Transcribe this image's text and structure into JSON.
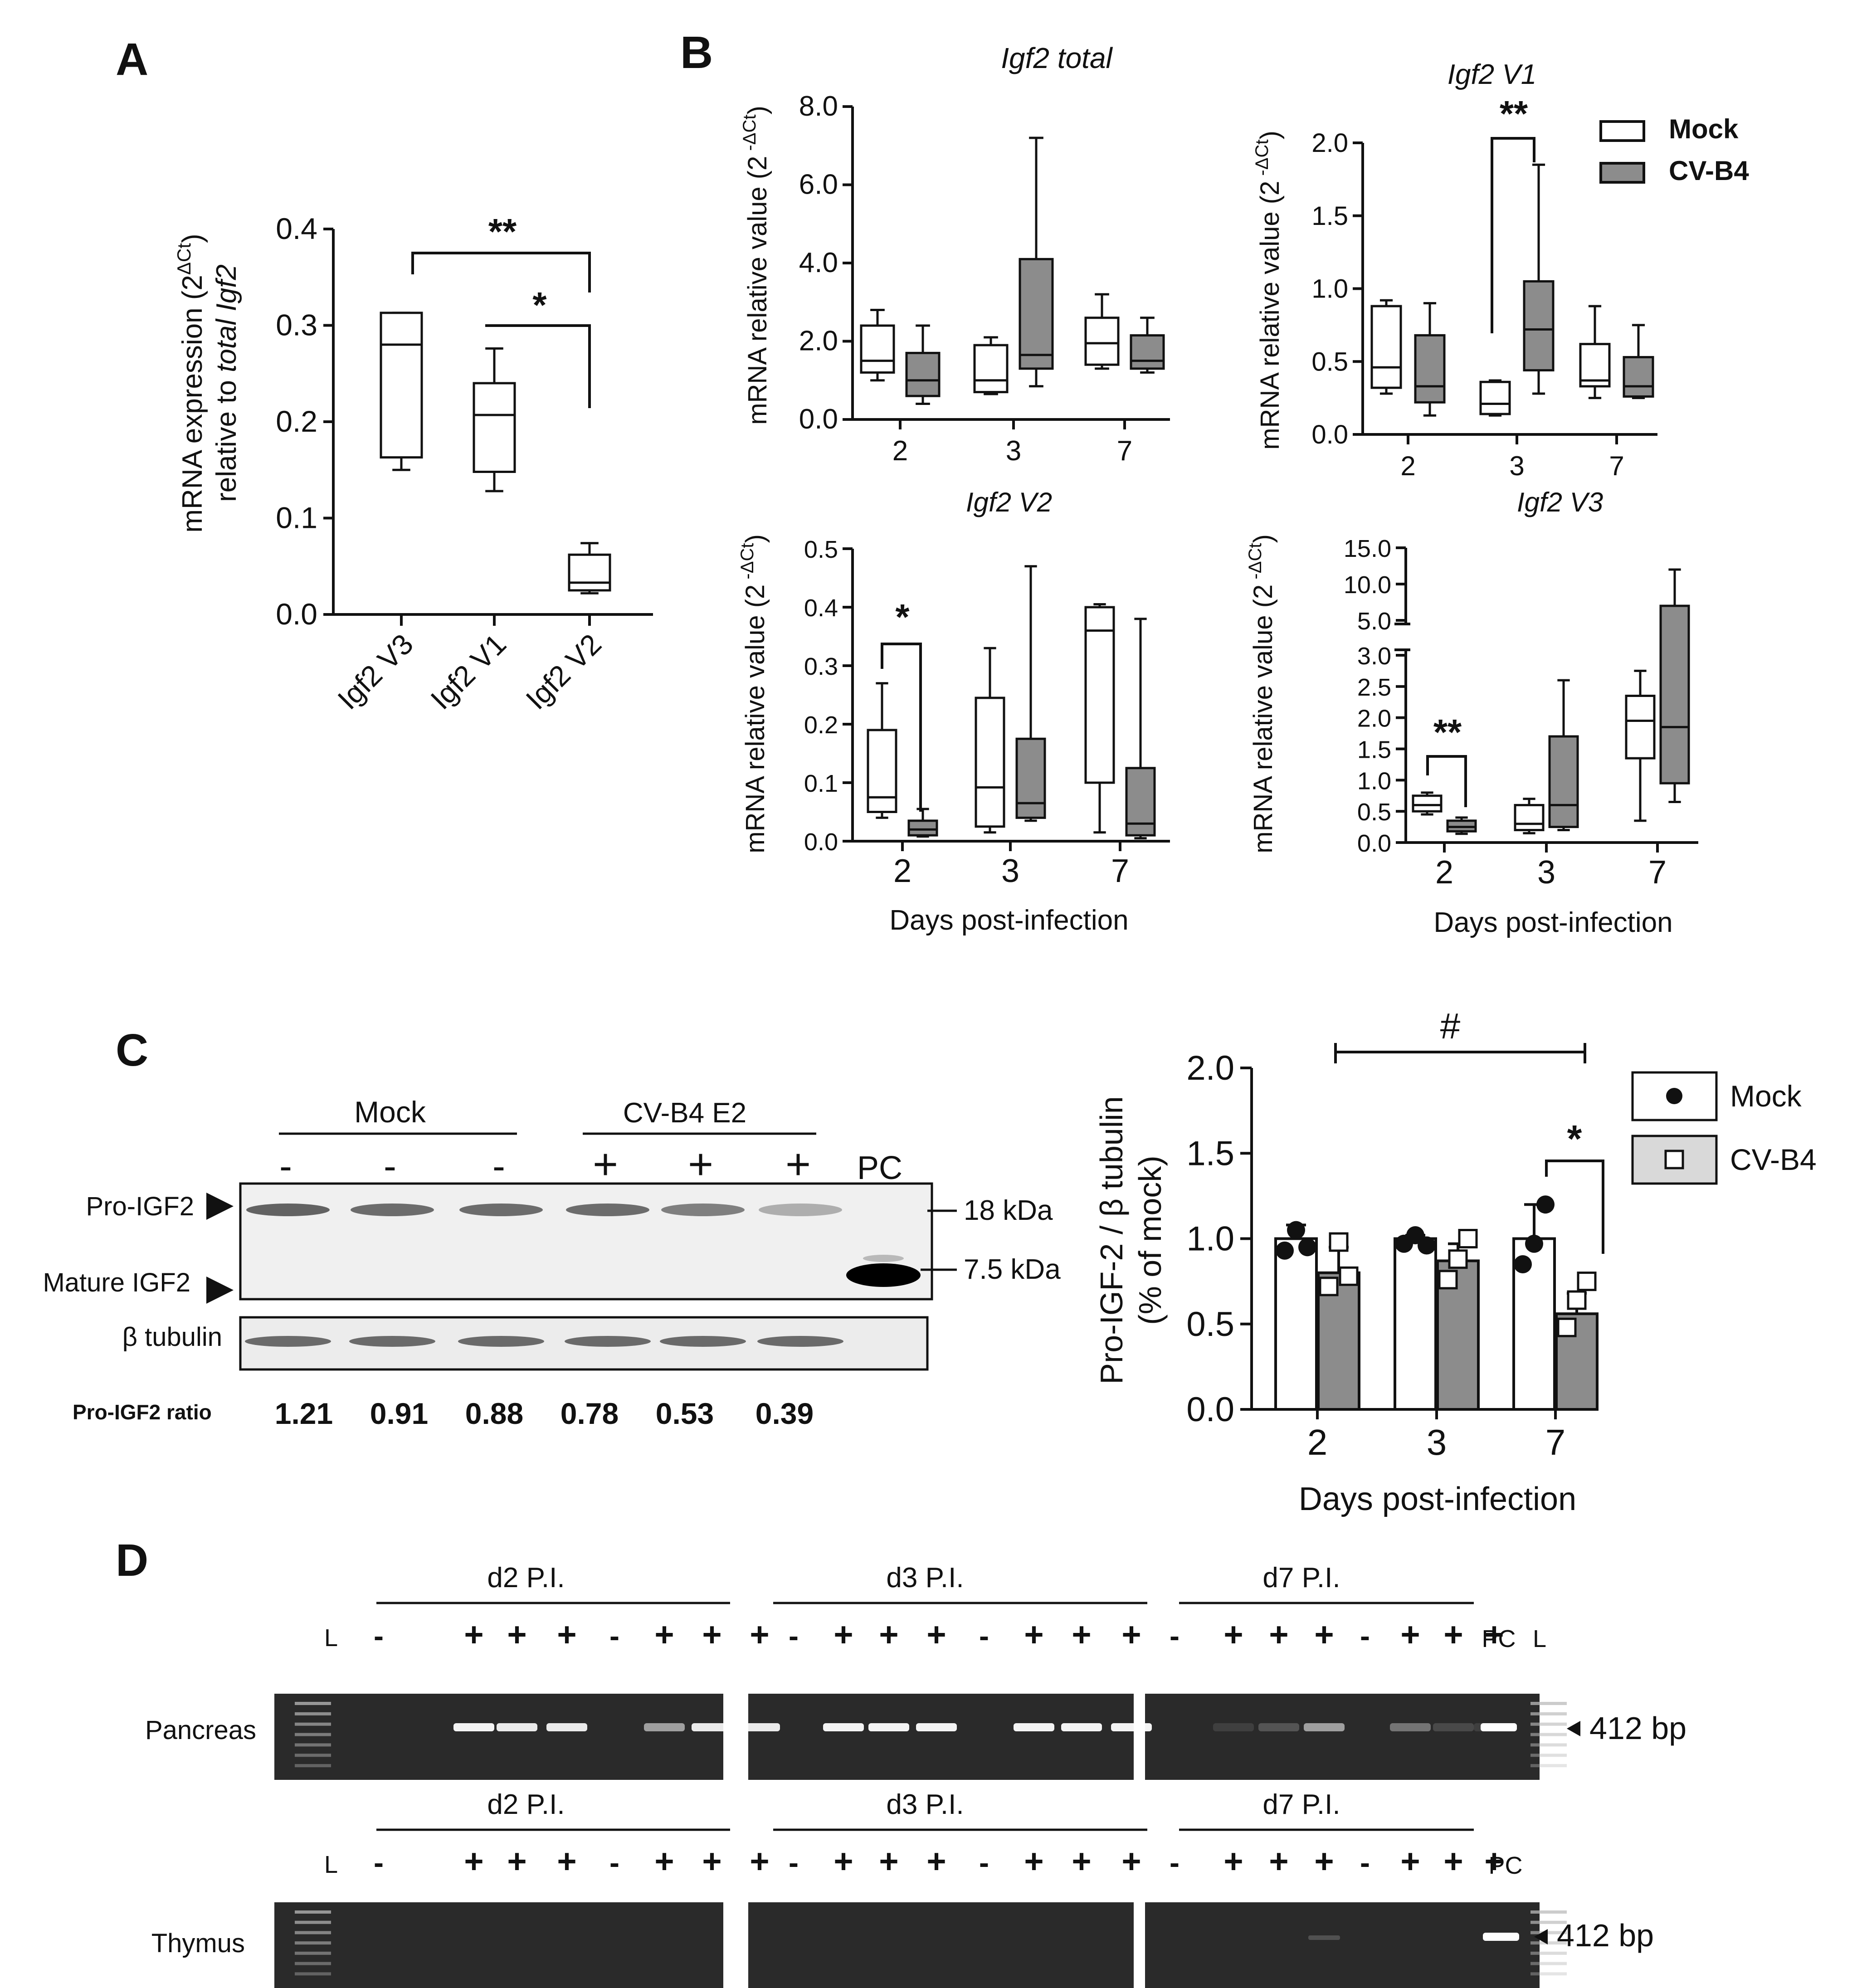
{
  "colors": {
    "mock": "#ffffff",
    "cv": "#8c8c8c",
    "ink": "#111111",
    "gel": "#2a2a2a",
    "blot": "#f0f0f0"
  },
  "panelA": {
    "letter": "A",
    "ylabel1": "mRNA expression (2",
    "ylabel_sup": "ΔCt",
    "ylabel2": ")",
    "ylabel_line2a": "relative to ",
    "ylabel_line2b": "total Igf2",
    "ylim": [
      0,
      0.4
    ],
    "yticks": [
      "0.0",
      "0.1",
      "0.2",
      "0.3",
      "0.4"
    ],
    "sig_top": "**",
    "sig_low": "*"
  },
  "panelB": {
    "letter": "B",
    "ylabel_main": "mRNA relative value (2",
    "ylabel_sup": " -ΔCt",
    "ylabel_end": ")",
    "xlabel": "Days post-infection",
    "legend": [
      {
        "label": "Mock",
        "fill": "#ffffff"
      },
      {
        "label": "CV-B4",
        "fill": "#8c8c8c"
      }
    ],
    "sig": {
      "v1": "**",
      "v2": "*",
      "v3": "**"
    }
  },
  "panelC": {
    "letter": "C",
    "group_mock": "Mock",
    "group_cv": "CV-B4 E2",
    "lane_signs": [
      "-",
      "-",
      "-",
      "+",
      "+",
      "+"
    ],
    "pc": "PC",
    "pro_label": "Pro-IGF2",
    "mature_label": "Mature IGF2",
    "tubulin_label": "β tubulin",
    "kda1": "18 kDa",
    "kda2": "7.5 kDa",
    "ratio_label": "Pro-IGF2 ratio",
    "ratios": [
      "1.21",
      "0.91",
      "0.88",
      "0.78",
      "0.53",
      "0.39"
    ],
    "bar_ylabel1": "Pro-IGF-2 / β tubulin",
    "bar_ylabel2": "(% of mock)",
    "bar_xlabel": "Days post-infection",
    "legend": [
      {
        "label": "Mock"
      },
      {
        "label": "CV-B4"
      }
    ],
    "hash": "#",
    "star": "*"
  },
  "panelD": {
    "letter": "D",
    "groups": [
      "d2 P.I.",
      "d3 P.I.",
      "d7 P.I."
    ],
    "lane_L": "L",
    "lane_PC": "PC",
    "signs_d2": [
      "-",
      "+",
      "+",
      "+",
      "-",
      "+",
      "+",
      "+"
    ],
    "signs_d3": [
      "-",
      "+",
      "+",
      "+",
      "-",
      "+",
      "+",
      "+"
    ],
    "signs_d7": [
      "-",
      "+",
      "+",
      "+",
      "-",
      "+",
      "+",
      "+"
    ],
    "rows": [
      "Pancreas",
      "Thymus"
    ],
    "bp": "412 bp"
  },
  "chart_data": [
    {
      "type": "box",
      "ylabel": "mRNA expression (2ΔCt) relative to total Igf2",
      "ylim": [
        0,
        0.4
      ],
      "categories": [
        "Igf2 V3",
        "Igf2 V1",
        "Igf2 V2"
      ],
      "boxes": [
        {
          "min": 0.15,
          "q1": 0.163,
          "median": 0.28,
          "q3": 0.313,
          "max": 0.313
        },
        {
          "min": 0.128,
          "q1": 0.148,
          "median": 0.207,
          "q3": 0.24,
          "max": 0.276
        },
        {
          "min": 0.022,
          "q1": 0.025,
          "median": 0.033,
          "q3": 0.062,
          "max": 0.074
        }
      ],
      "annotations": [
        "**",
        "*"
      ]
    },
    {
      "type": "box",
      "title": "Igf2 total",
      "ylim": [
        0,
        8
      ],
      "yticks": [
        "0.0",
        "2.0",
        "4.0",
        "6.0",
        "8.0"
      ],
      "categories": [
        "2",
        "3",
        "7"
      ],
      "series": [
        {
          "name": "Mock",
          "boxes": [
            {
              "min": 1.0,
              "q1": 1.2,
              "median": 1.5,
              "q3": 2.4,
              "max": 2.8
            },
            {
              "min": 0.65,
              "q1": 0.7,
              "median": 1.0,
              "q3": 1.9,
              "max": 2.1
            },
            {
              "min": 1.3,
              "q1": 1.4,
              "median": 1.95,
              "q3": 2.6,
              "max": 3.2
            }
          ]
        },
        {
          "name": "CV-B4",
          "boxes": [
            {
              "min": 0.4,
              "q1": 0.6,
              "median": 1.0,
              "q3": 1.7,
              "max": 2.4
            },
            {
              "min": 0.85,
              "q1": 1.3,
              "median": 1.65,
              "q3": 4.1,
              "max": 7.2
            },
            {
              "min": 1.2,
              "q1": 1.3,
              "median": 1.5,
              "q3": 2.15,
              "max": 2.6
            }
          ]
        }
      ]
    },
    {
      "type": "box",
      "title": "Igf2 V1",
      "ylim": [
        0,
        2
      ],
      "yticks": [
        "0.0",
        "0.5",
        "1.0",
        "1.5",
        "2.0"
      ],
      "categories": [
        "2",
        "3",
        "7"
      ],
      "series": [
        {
          "name": "Mock",
          "boxes": [
            {
              "min": 0.28,
              "q1": 0.32,
              "median": 0.46,
              "q3": 0.88,
              "max": 0.92
            },
            {
              "min": 0.13,
              "q1": 0.14,
              "median": 0.21,
              "q3": 0.36,
              "max": 0.37
            },
            {
              "min": 0.25,
              "q1": 0.33,
              "median": 0.37,
              "q3": 0.62,
              "max": 0.88
            }
          ]
        },
        {
          "name": "CV-B4",
          "boxes": [
            {
              "min": 0.13,
              "q1": 0.22,
              "median": 0.33,
              "q3": 0.68,
              "max": 0.9
            },
            {
              "min": 0.28,
              "q1": 0.44,
              "median": 0.72,
              "q3": 1.05,
              "max": 1.85
            },
            {
              "min": 0.25,
              "q1": 0.26,
              "median": 0.33,
              "q3": 0.53,
              "max": 0.75
            }
          ]
        }
      ],
      "annotations": [
        "**"
      ]
    },
    {
      "type": "box",
      "title": "Igf2 V2",
      "xlabel": "Days post-infection",
      "ylim": [
        0,
        0.5
      ],
      "yticks": [
        "0.0",
        "0.1",
        "0.2",
        "0.3",
        "0.4",
        "0.5"
      ],
      "categories": [
        "2",
        "3",
        "7"
      ],
      "series": [
        {
          "name": "Mock",
          "boxes": [
            {
              "min": 0.04,
              "q1": 0.05,
              "median": 0.075,
              "q3": 0.19,
              "max": 0.27
            },
            {
              "min": 0.015,
              "q1": 0.025,
              "median": 0.092,
              "q3": 0.245,
              "max": 0.33
            },
            {
              "min": 0.015,
              "q1": 0.1,
              "median": 0.36,
              "q3": 0.4,
              "max": 0.405
            }
          ]
        },
        {
          "name": "CV-B4",
          "boxes": [
            {
              "min": 0.008,
              "q1": 0.01,
              "median": 0.02,
              "q3": 0.035,
              "max": 0.055
            },
            {
              "min": 0.035,
              "q1": 0.04,
              "median": 0.065,
              "q3": 0.175,
              "max": 0.47
            },
            {
              "min": 0.005,
              "q1": 0.01,
              "median": 0.03,
              "q3": 0.125,
              "max": 0.38
            }
          ]
        }
      ],
      "annotations": [
        "*"
      ]
    },
    {
      "type": "box",
      "title": "Igf2 V3",
      "xlabel": "Days post-infection",
      "ylim": [
        0,
        15
      ],
      "yticks": [
        "0.0",
        "0.5",
        "1.0",
        "1.5",
        "2.0",
        "2.5",
        "3.0",
        "5.0",
        "10.0",
        "15.0"
      ],
      "axis_break": [
        3,
        5
      ],
      "categories": [
        "2",
        "3",
        "7"
      ],
      "series": [
        {
          "name": "Mock",
          "boxes": [
            {
              "min": 0.45,
              "q1": 0.5,
              "median": 0.6,
              "q3": 0.75,
              "max": 0.8
            },
            {
              "min": 0.15,
              "q1": 0.2,
              "median": 0.3,
              "q3": 0.6,
              "max": 0.7
            },
            {
              "min": 0.35,
              "q1": 1.35,
              "median": 1.95,
              "q3": 2.35,
              "max": 2.75
            }
          ]
        },
        {
          "name": "CV-B4",
          "boxes": [
            {
              "min": 0.14,
              "q1": 0.18,
              "median": 0.25,
              "q3": 0.35,
              "max": 0.4
            },
            {
              "min": 0.2,
              "q1": 0.25,
              "median": 0.6,
              "q3": 1.7,
              "max": 2.6
            },
            {
              "min": 0.65,
              "q1": 0.95,
              "median": 1.85,
              "q3": 7,
              "max": 12
            }
          ]
        }
      ],
      "annotations": [
        "**"
      ]
    },
    {
      "type": "bar",
      "ylabel": "Pro-IGF-2 / β tubulin (% of mock)",
      "xlabel": "Days post-infection",
      "ylim": [
        0,
        2
      ],
      "yticks": [
        "0.0",
        "0.5",
        "1.0",
        "1.5",
        "2.0"
      ],
      "categories": [
        "2",
        "3",
        "7"
      ],
      "series": [
        {
          "name": "Mock",
          "values": [
            1.0,
            1.0,
            1.0
          ],
          "err": [
            0.08,
            0.02,
            0.2
          ],
          "points": [
            [
              0.93,
              1.05,
              0.95
            ],
            [
              0.97,
              1.02,
              0.96
            ],
            [
              0.85,
              0.97,
              1.2
            ]
          ]
        },
        {
          "name": "CV-B4",
          "values": [
            0.8,
            0.87,
            0.56
          ],
          "err": [
            0.15,
            0.1,
            0.12
          ],
          "points": [
            [
              0.72,
              0.98,
              0.78
            ],
            [
              0.76,
              0.88,
              1.0
            ],
            [
              0.48,
              0.64,
              0.75
            ]
          ]
        }
      ],
      "annotations": [
        "#",
        "*"
      ]
    }
  ]
}
